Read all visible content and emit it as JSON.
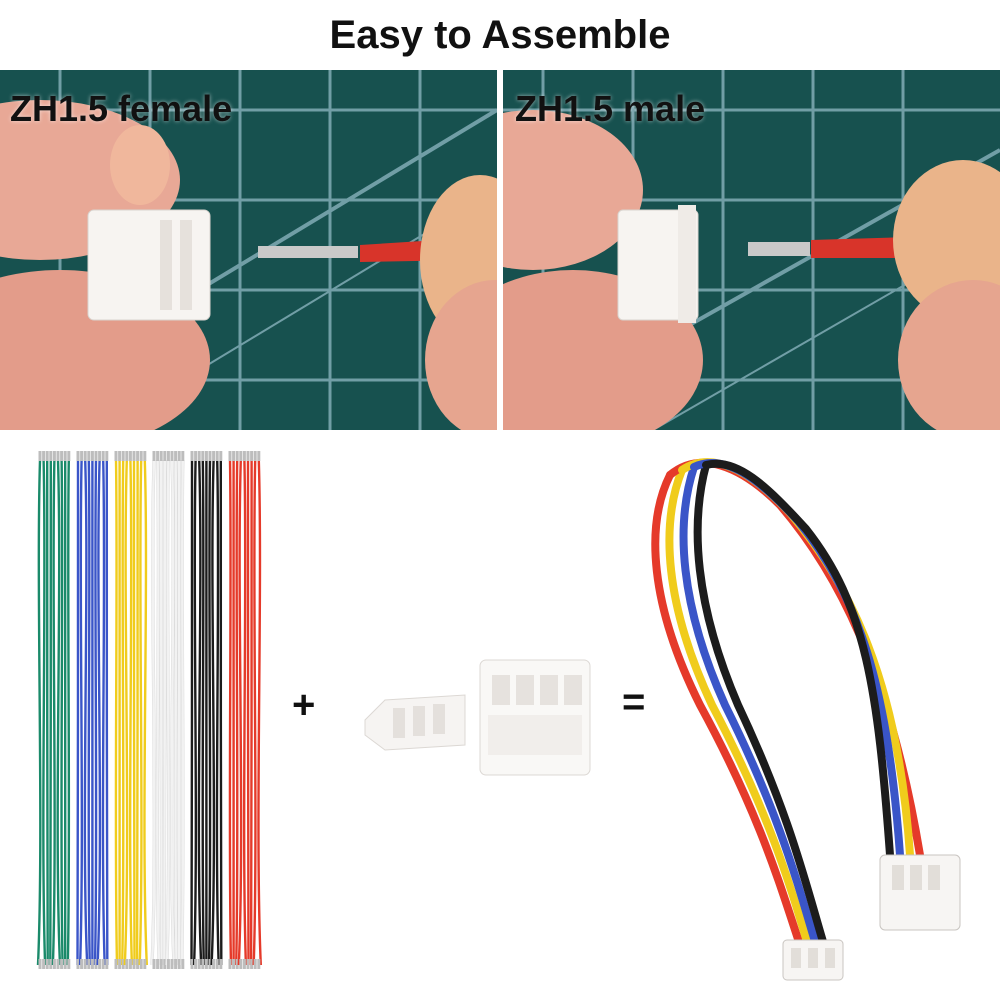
{
  "title": "Easy to Assemble",
  "photos": [
    {
      "label": "ZH1.5 female"
    },
    {
      "label": "ZH1.5 male"
    }
  ],
  "operators": {
    "plus": "+",
    "equals": "="
  },
  "colors": {
    "mat_green": "#17514f",
    "grid_line": "#8fb8c4",
    "skin": "#e8a896",
    "wire_green": "#1a8a6a",
    "wire_blue": "#3a55c8",
    "wire_yellow": "#f0cc1c",
    "wire_white": "#f4f4f4",
    "wire_black": "#1c1c1c",
    "wire_red": "#e53a2a"
  }
}
